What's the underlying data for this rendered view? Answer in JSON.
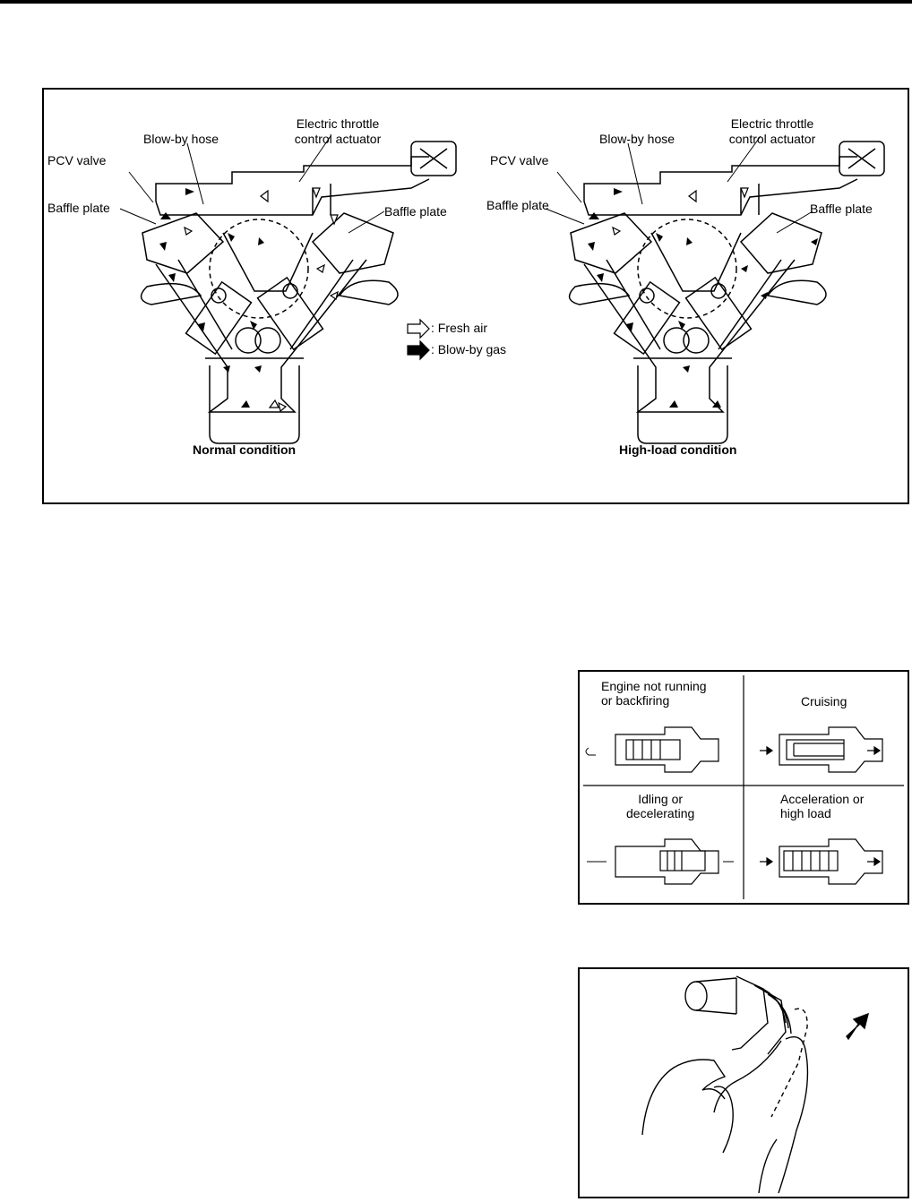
{
  "figure_main": {
    "left": {
      "pcv_valve": "PCV valve",
      "blow_by_hose": "Blow-by hose",
      "throttle_line1": "Electric throttle",
      "throttle_line2": "control actuator",
      "baffle_plate_left": "Baffle plate",
      "baffle_plate_right": "Baffle plate",
      "caption": "Normal condition"
    },
    "right": {
      "pcv_valve": "PCV valve",
      "blow_by_hose": "Blow-by hose",
      "throttle_line1": "Electric throttle",
      "throttle_line2": "control actuator",
      "baffle_plate_left": "Baffle plate",
      "baffle_plate_right": "Baffle plate",
      "caption": "High-load condition"
    },
    "legend": {
      "fresh_air": ": Fresh air",
      "blow_by_gas": ": Blow-by gas"
    }
  },
  "figure_pcv_states": {
    "top_left_line1": "Engine not running",
    "top_left_line2": "or backfiring",
    "top_right": "Cruising",
    "bottom_left_line1": "Idling or",
    "bottom_left_line2": "decelerating",
    "bottom_right_line1": "Acceleration or",
    "bottom_right_line2": "high load"
  }
}
